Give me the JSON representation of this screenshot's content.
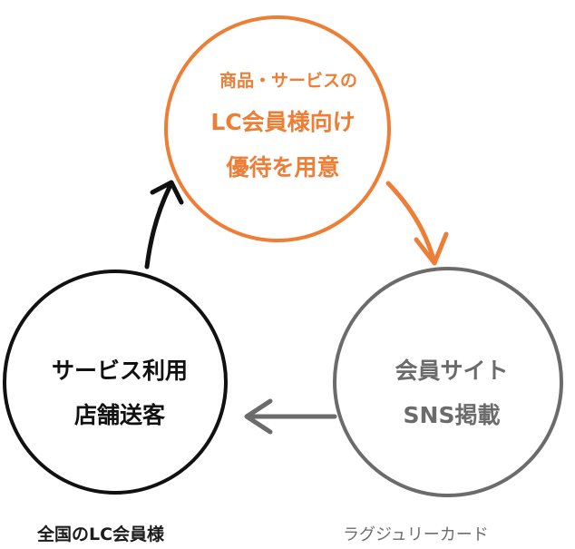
{
  "nodes": {
    "top": {
      "lines": [
        "商品・サービスの",
        "LC会員様向け",
        "優待を用意"
      ],
      "color": "#ee7d35"
    },
    "left": {
      "lines": [
        "サービス利用",
        "店舗送客"
      ],
      "color": "#111111"
    },
    "right": {
      "lines": [
        "会員サイト",
        "SNS掲載"
      ],
      "color": "#6b6b6b"
    }
  },
  "captions": {
    "left": "全国のLC会員様",
    "right": "ラグジュリーカード"
  },
  "arrows": {
    "top_to_right": "#ee7d35",
    "right_to_left": "#6b6b6b",
    "left_to_top": "#111111"
  }
}
